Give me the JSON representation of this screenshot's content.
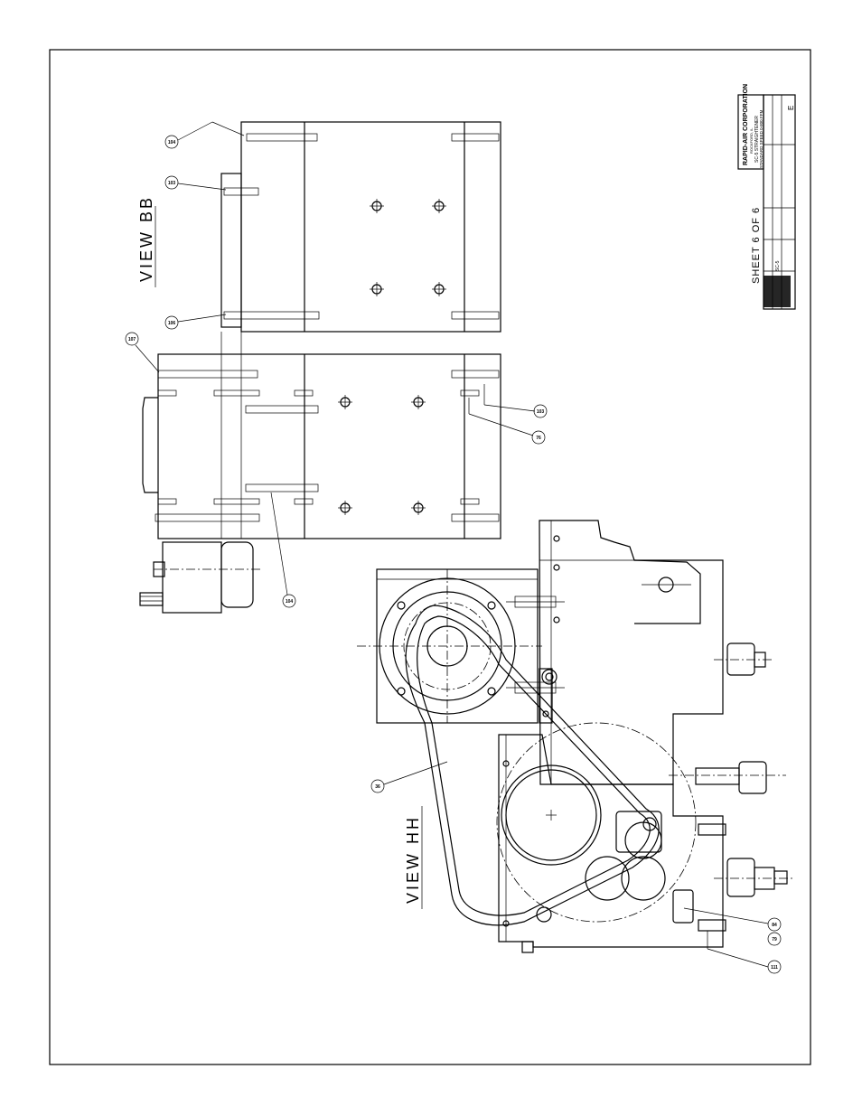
{
  "views": {
    "bb": {
      "title": "VIEW BB"
    },
    "hh": {
      "title": "VIEW HH"
    }
  },
  "sheet_label": "SHEET 6 OF 6",
  "title_block": {
    "company": "RAPID-AIR CORPORATION",
    "address": "ROCKFORD, IL",
    "drawing_title": "SC-5 STRAIGHTENER",
    "drawing_subtitle": "STANDARD SPEED 0-800 FPM",
    "drawing_number": "SC-5",
    "revision": "E"
  },
  "callouts": {
    "c1": "104",
    "c2": "103",
    "c3": "106",
    "c4": "107",
    "c5": "103",
    "c6": "76",
    "c7": "104",
    "c8": "36",
    "c9": "84",
    "c10": "79",
    "c11": "111"
  }
}
